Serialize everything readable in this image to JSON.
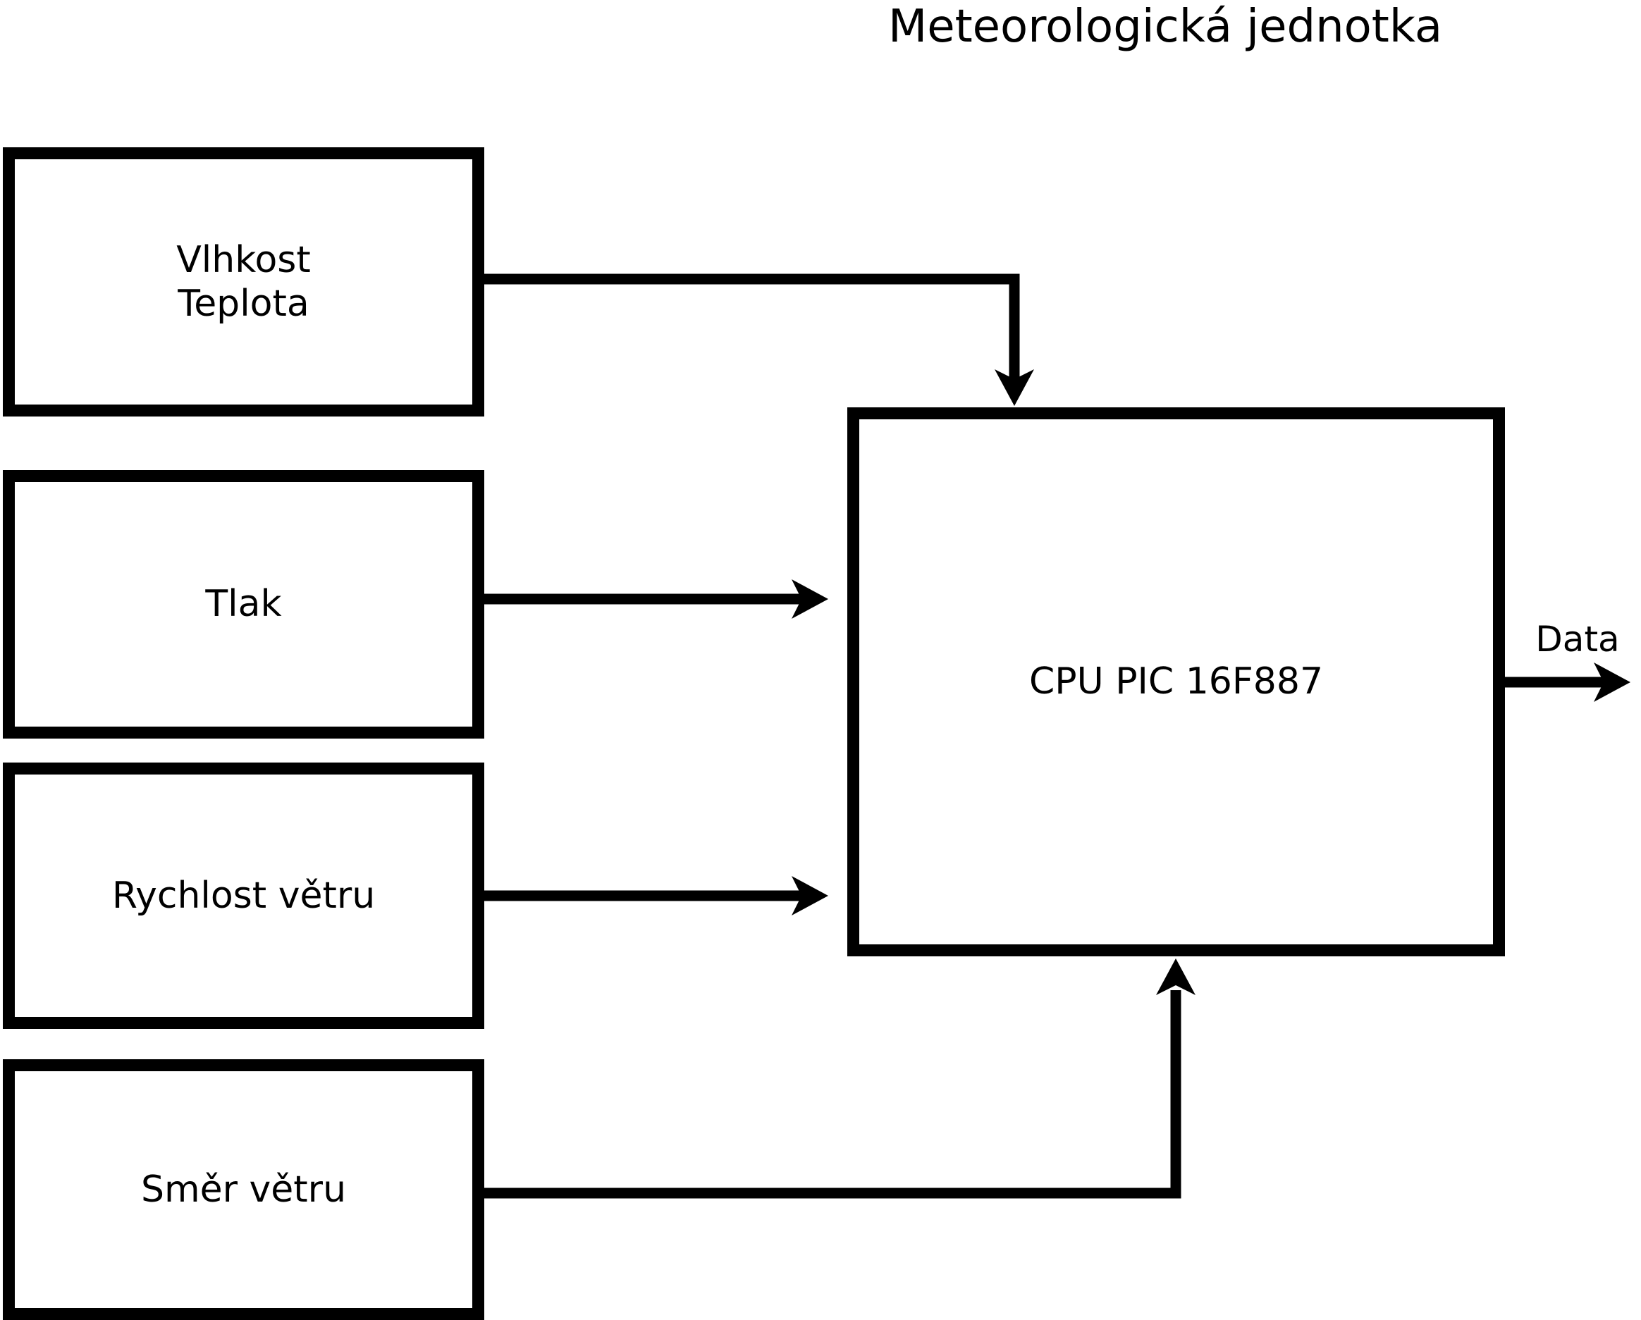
{
  "title": "Meteorologická jednotka",
  "sensors": [
    {
      "label": "Vlhkost\nTeplota"
    },
    {
      "label": "Tlak"
    },
    {
      "label": "Rychlost větru"
    },
    {
      "label": "Směr větru"
    }
  ],
  "cpu": {
    "label": "CPU PIC 16F887"
  },
  "output": {
    "label": "Data"
  },
  "colors": {
    "line": "#000000",
    "background": "#ffffff"
  }
}
